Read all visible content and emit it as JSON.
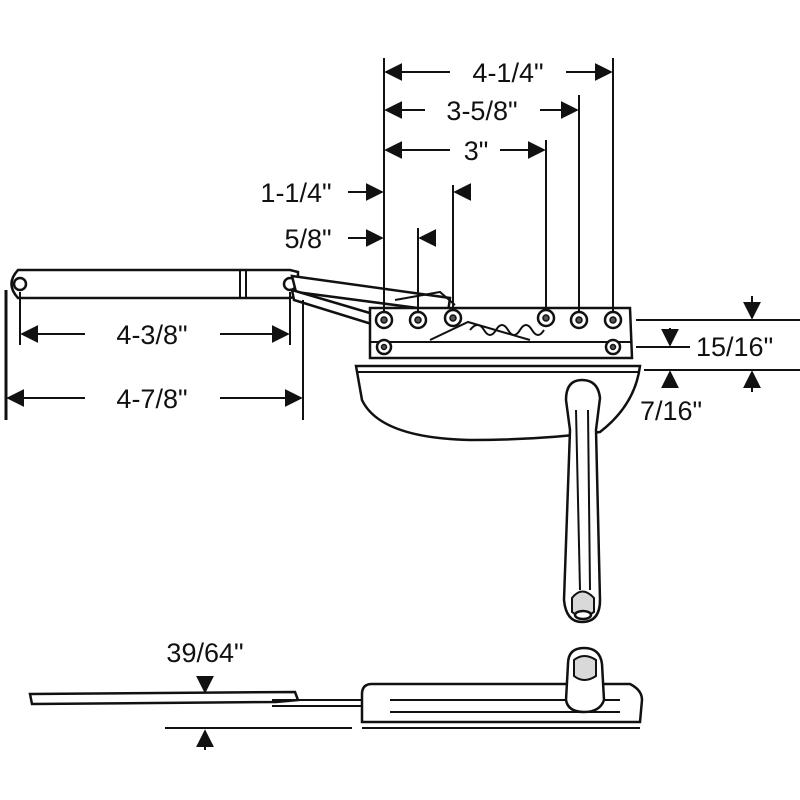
{
  "diagram": {
    "dimensions": {
      "overall_4_1_4": "4-1/4\"",
      "span_3_5_8": "3-5/8\"",
      "span_3": "3\"",
      "offset_1_1_4": "1-1/4\"",
      "offset_5_8": "5/8\"",
      "arm_4_3_8": "4-3/8\"",
      "arm_4_7_8": "4-7/8\"",
      "height_15_16": "15/16\"",
      "height_7_16": "7/16\"",
      "thickness_39_64": "39/64\""
    }
  }
}
